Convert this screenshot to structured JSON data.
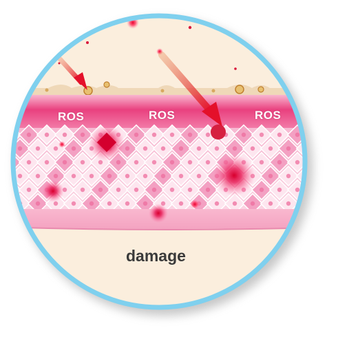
{
  "labels": {
    "ros_left": "ROS",
    "ros_center": "ROS",
    "ros_right": "ROS",
    "caption": "damage"
  },
  "icons": [
    "ros-arrow-icon",
    "ros-arrow-icon",
    "free-radical-dot-icon"
  ],
  "colors": {
    "ring": "#7fd0ee",
    "background_cream": "#fbeedd",
    "membrane_pink": "#f0609a",
    "cell_matrix": "#f8c8dc",
    "damage_red": "#e0003a",
    "arrow_red": "#e4102a"
  }
}
